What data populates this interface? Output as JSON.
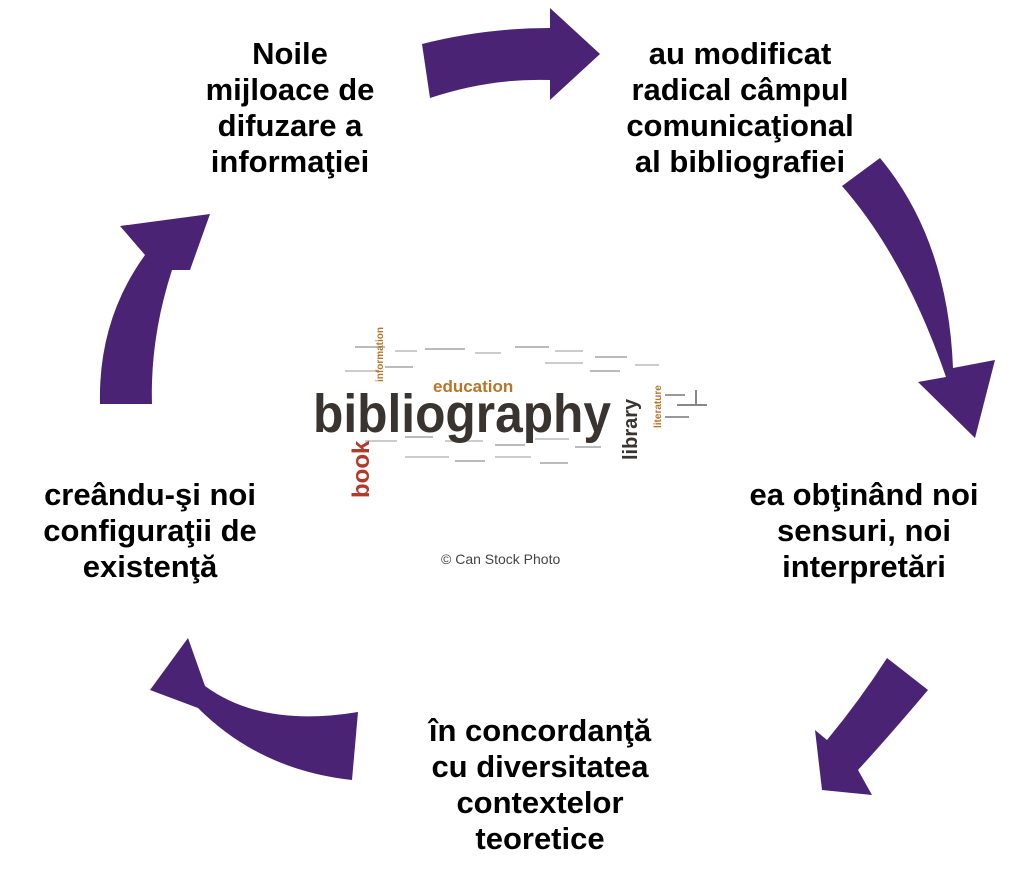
{
  "nodes": [
    {
      "id": "n1",
      "lines": [
        "Noile",
        "mijloace de",
        "difuzare a",
        "informaţiei"
      ]
    },
    {
      "id": "n2",
      "lines": [
        "au modificat",
        "radical câmpul",
        "comunicaţional",
        "al bibliografiei"
      ]
    },
    {
      "id": "n3",
      "lines": [
        "ea obţinând noi",
        "sensuri, noi",
        "interpretări"
      ]
    },
    {
      "id": "n4",
      "lines": [
        "în concordanţă",
        "cu diversitatea",
        "contextelor",
        "teoretice"
      ]
    },
    {
      "id": "n5",
      "lines": [
        "creându-şi noi",
        "configuraţii de",
        "existenţă"
      ]
    }
  ],
  "wordcloud": {
    "main_word": "bibliography",
    "words": {
      "education": "education",
      "book": "book",
      "library": "library",
      "information": "information",
      "literature": "literature"
    },
    "credit": "© Can Stock Photo"
  },
  "colors": {
    "arrow": "#4B2374",
    "text": "#000000",
    "main_word": "#3a3430",
    "book_word": "#b33a2a",
    "accent_word": "#b5762c"
  }
}
